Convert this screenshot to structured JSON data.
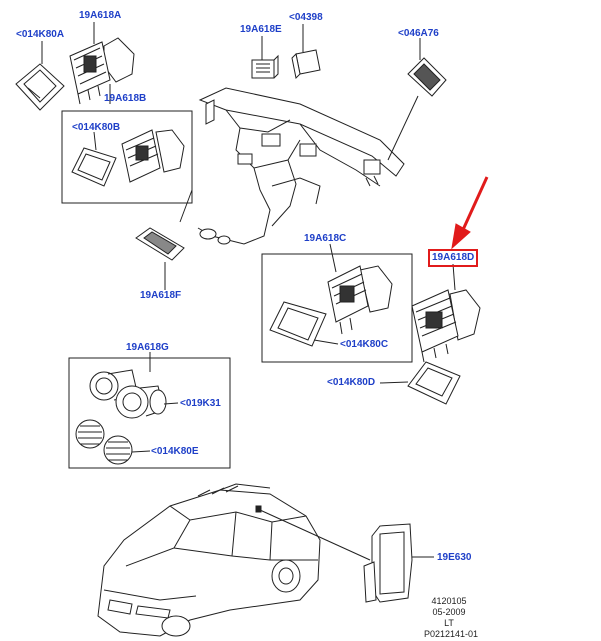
{
  "colors": {
    "label": "#1e3fc8",
    "highlight": "#e11b1b",
    "line": "#222222"
  },
  "labels": {
    "p014K80A": "<014K80A",
    "p19A618A": "19A618A",
    "p19A618E": "19A618E",
    "p04398": "<04398",
    "p046A76": "<046A76",
    "p19A618B": "19A618B",
    "p014K80B": "<014K80B",
    "p19A618F": "19A618F",
    "p19A618C": "19A618C",
    "p19A618D": "19A618D",
    "p014K80C": "<014K80C",
    "p19A618G": "19A618G",
    "p019K31": "<019K31",
    "p014K80E": "<014K80E",
    "p014K80D": "<014K80D",
    "p19E630": "19E630"
  },
  "reference": {
    "line1": "4120105",
    "line2": "05-2009",
    "line3": "LT",
    "line4": "P0212141-01"
  }
}
